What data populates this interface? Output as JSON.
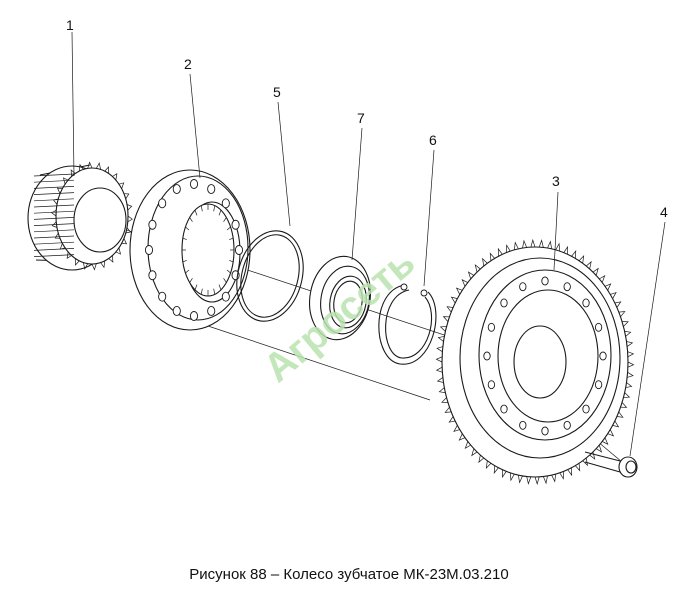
{
  "caption": "Рисунок 88 – Колесо зубчатое МК-23М.03.210",
  "watermark": "Агросеть",
  "part_labels": [
    "1",
    "2",
    "5",
    "7",
    "6",
    "3",
    "4"
  ],
  "colors": {
    "line": "#1a1a1a",
    "watermark": "#b9e3b0",
    "background": "#ffffff"
  }
}
